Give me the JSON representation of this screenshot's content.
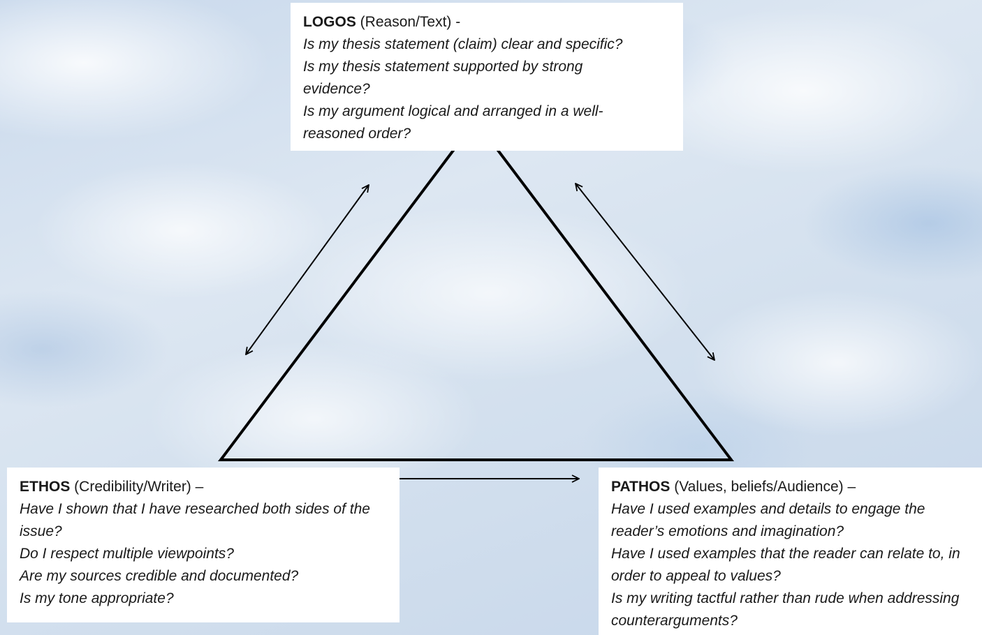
{
  "logos": {
    "term": "LOGOS",
    "subtitle": " (Reason/Text) -",
    "questions": [
      "Is my thesis statement (claim) clear and specific?",
      "Is my thesis statement supported by strong evidence?",
      "Is my argument logical and arranged in a well-reasoned order?"
    ]
  },
  "ethos": {
    "term": "ETHOS",
    "subtitle": " (Credibility/Writer) –",
    "questions": [
      "Have I shown that I have researched both sides of the issue?",
      "Do I respect multiple viewpoints?",
      "Are my sources credible and documented?",
      "Is my tone appropriate?"
    ]
  },
  "pathos": {
    "term": "PATHOS",
    "subtitle": " (Values, beliefs/Audience) –",
    "questions": [
      "Have I used examples and details to engage the reader’s emotions and imagination?",
      "Have I used examples that the reader can relate to, in order to appeal to values?",
      "Is my writing tactful rather than rude when addressing counterarguments?"
    ]
  },
  "colors": {
    "stroke": "#000000",
    "box_background": "#ffffff"
  }
}
